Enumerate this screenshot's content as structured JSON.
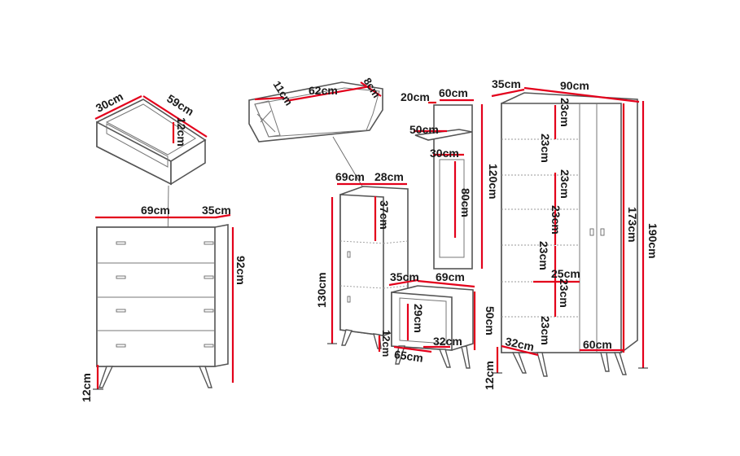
{
  "colors": {
    "dimension_line": "#e3001b",
    "outline": "#555555",
    "text": "#1a1a1a",
    "background": "#ffffff"
  },
  "labels": {
    "drawer_depth": "30cm",
    "drawer_width": "59cm",
    "drawer_height": "12cm",
    "chest_width": "69cm",
    "chest_depth": "35cm",
    "chest_height": "92cm",
    "chest_leg": "12cm",
    "shoe_left": "11cm",
    "shoe_width": "62cm",
    "shoe_right": "8cm",
    "mirror_depth": "20cm",
    "mirror_width": "60cm",
    "mirror_shelf": "50cm",
    "mirror_inner": "30cm",
    "mirror_glass": "80cm",
    "mirror_height": "120cm",
    "shelf_width": "69cm",
    "shelf_depth": "28cm",
    "shelf_compartment": "37cm",
    "shelf_height": "130cm",
    "shelf_leg": "12cm",
    "bench_depth": "35cm",
    "bench_width": "69cm",
    "bench_inner": "29cm",
    "bench_height": "50cm",
    "bench_compartment": "32cm",
    "bench_inner_width": "65cm",
    "bench_leg": "12cm",
    "wardrobe_depth": "35cm",
    "wardrobe_width": "90cm",
    "wardrobe_shelf_1": "23cm",
    "wardrobe_shelf_2": "23cm",
    "wardrobe_shelf_3": "23cm",
    "wardrobe_shelf_4": "23cm",
    "wardrobe_shelf_5": "23cm",
    "wardrobe_shelf_6": "23cm",
    "wardrobe_shelf_7": "23cm",
    "wardrobe_inner_width": "25cm",
    "wardrobe_inner_height": "173cm",
    "wardrobe_height": "190cm",
    "wardrobe_leg": "32cm",
    "wardrobe_bottom_width": "60cm"
  }
}
